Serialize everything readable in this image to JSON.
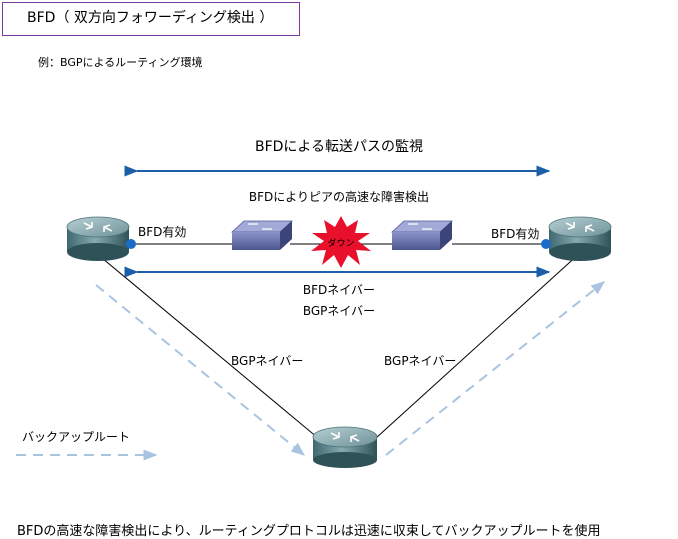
{
  "title": "BFD（ 双方向フォワーディング検出 ）",
  "example": "例：BGPによるルーティング環境",
  "heading": "BFDによる転送パスの監視",
  "subheading": "BFDによりピアの高速な障害検出",
  "down_label": "ダウン",
  "bfd_left": "BFD有効",
  "bfd_right": "BFD有効",
  "bfd_neighbor": "BFDネイバー",
  "bgp_neighbor_top": "BGPネイバー",
  "bgp_neighbor_left": "BGPネイバー",
  "bgp_neighbor_right": "BGPネイバー",
  "backup_route": "バックアップルート",
  "footer": "BFDの高速な障害検出により、ルーティングプロトコルは迅速に収束してバックアップルートを使用",
  "colors": {
    "arrow": "#1a5fa8",
    "backup": "#a9c4e0",
    "border": "#7a3aa0",
    "burst": "#e8102a"
  }
}
